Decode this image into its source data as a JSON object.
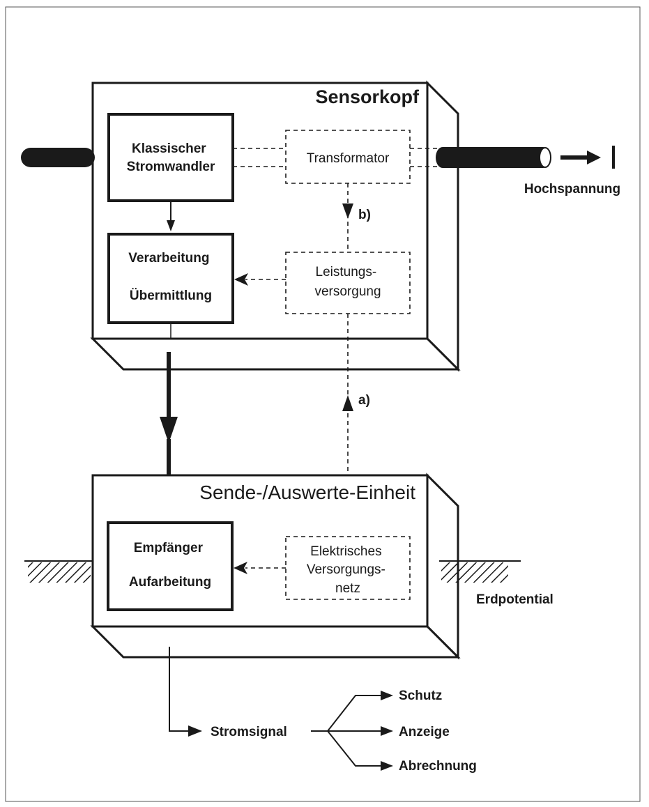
{
  "sensor_head": {
    "title": "Sensorkopf",
    "classic_transformer": [
      "Klassischer",
      "Stromwandler"
    ],
    "transformer": "Transformator",
    "processing": [
      "Verarbeitung",
      "Übermittlung"
    ],
    "power_supply": [
      "Leistungs-",
      "versorgung"
    ],
    "label_b": "b)"
  },
  "high_voltage": "Hochspannung",
  "label_a": "a)",
  "base_unit": {
    "title": "Sende-/Auswerte-Einheit",
    "receiver": [
      "Empfänger",
      "Aufarbeitung"
    ],
    "mains": [
      "Elektrisches",
      "Versorgungs-",
      "netz"
    ]
  },
  "ground": "Erdpotential",
  "output": {
    "signal": "Stromsignal",
    "targets": [
      "Schutz",
      "Anzeige",
      "Abrechnung"
    ]
  }
}
